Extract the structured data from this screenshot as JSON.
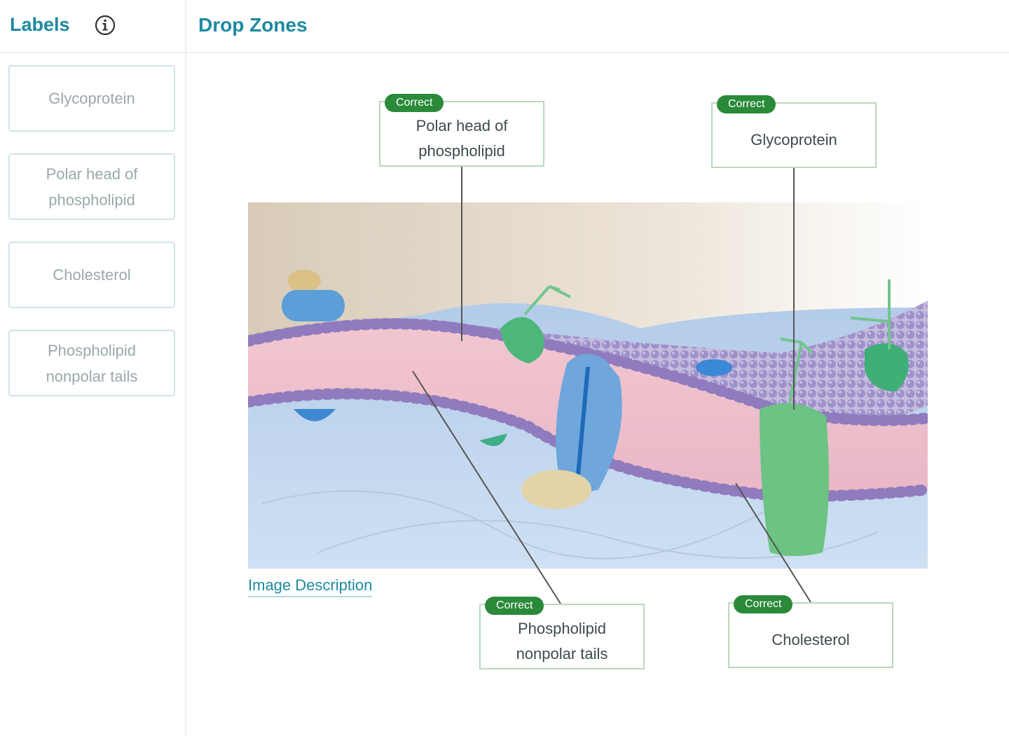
{
  "sidebar": {
    "title": "Labels",
    "info_icon": "info-icon",
    "labels": [
      "Glycoprotein",
      "Polar head of phospholipid",
      "Cholesterol",
      "Phospholipid nonpolar tails"
    ]
  },
  "main": {
    "title": "Drop Zones",
    "image_description_link": "Image Description",
    "drop_zones": [
      {
        "badge": "Correct",
        "label": "Polar head of phospholipid"
      },
      {
        "badge": "Correct",
        "label": "Glycoprotein"
      },
      {
        "badge": "Correct",
        "label": "Phospholipid nonpolar tails"
      },
      {
        "badge": "Correct",
        "label": "Cholesterol"
      }
    ]
  },
  "colors": {
    "accent": "#1c8aa0",
    "correct_badge": "#2a8a3a",
    "drop_zone_border": "#b8d9bd",
    "label_border": "#cfe4e8"
  }
}
